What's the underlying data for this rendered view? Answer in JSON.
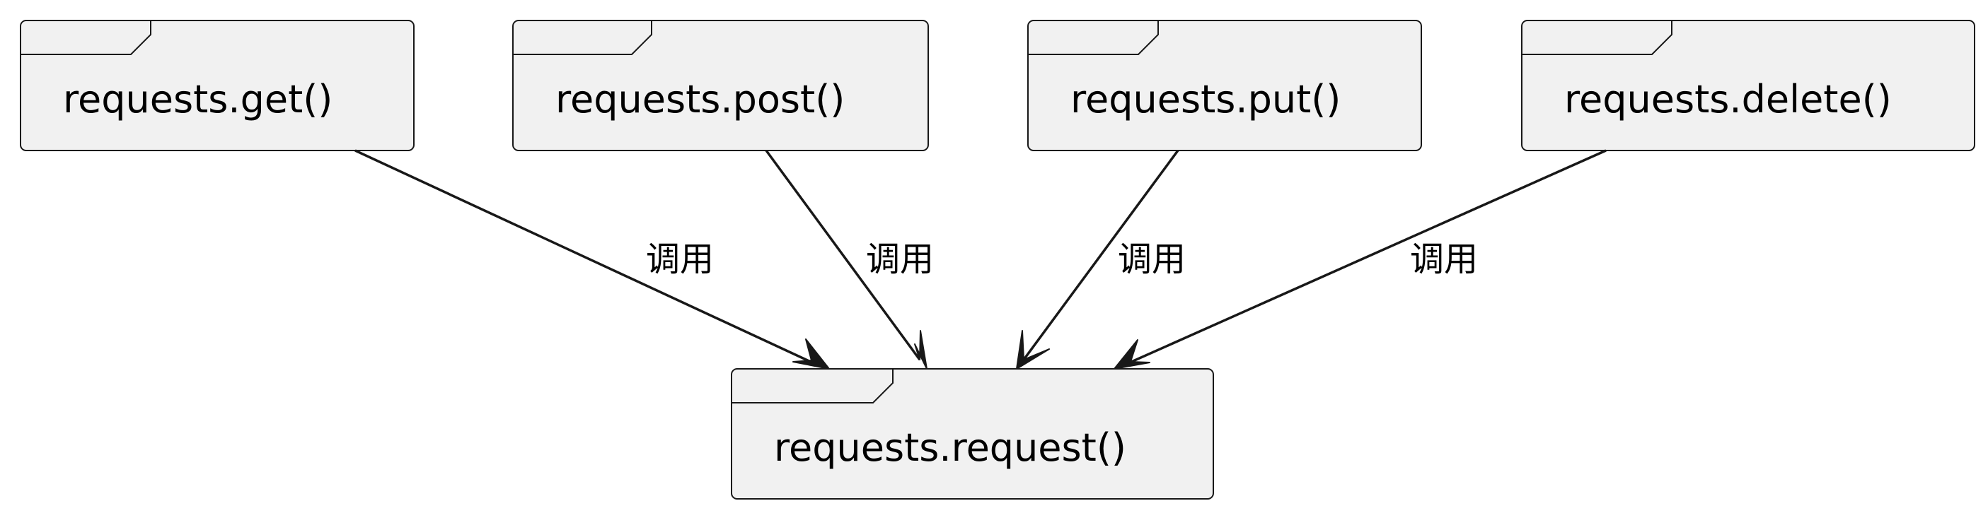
{
  "diagram": {
    "nodes": [
      {
        "id": "get",
        "label": "requests.get()"
      },
      {
        "id": "post",
        "label": "requests.post()"
      },
      {
        "id": "put",
        "label": "requests.put()"
      },
      {
        "id": "delete",
        "label": "requests.delete()"
      },
      {
        "id": "request",
        "label": "requests.request()"
      }
    ],
    "edges": [
      {
        "from": "get",
        "to": "request",
        "label": "调用"
      },
      {
        "from": "post",
        "to": "request",
        "label": "调用"
      },
      {
        "from": "put",
        "to": "request",
        "label": "调用"
      },
      {
        "from": "delete",
        "to": "request",
        "label": "调用"
      }
    ]
  },
  "colors": {
    "node_fill": "#f1f1f1",
    "stroke": "#181818",
    "text": "#000000",
    "background": "#ffffff"
  }
}
